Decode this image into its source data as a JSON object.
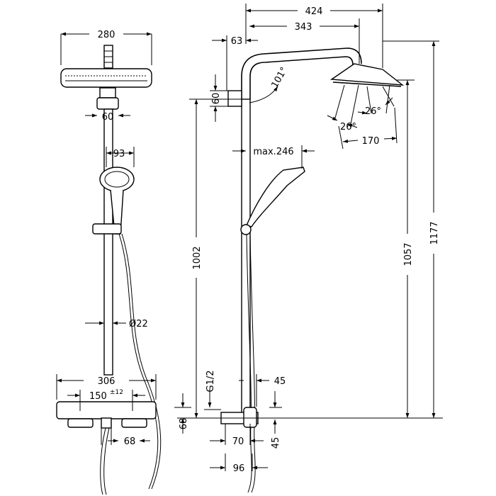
{
  "dimensions": {
    "overhead_width": "280",
    "wall_bracket": "60",
    "hand_shower_width": "93",
    "rail_diameter": "Ø22",
    "thermostat_width": "306",
    "inlet_spacing": "150",
    "inlet_tolerance": "±12",
    "thermostat_handle": "68",
    "total_reach": "424",
    "arm_reach": "343",
    "bracket_offset": "63",
    "bracket_height": "60",
    "arm_angle": "101°",
    "spray_angle_a": "26°",
    "spray_angle_b": "26°",
    "head_diameter": "170",
    "hand_reach": "max.246",
    "rail_height": "1002",
    "head_height": "1057",
    "total_height": "1177",
    "inlet_thread": "G1/2",
    "outlet_offset": "45",
    "mixer_height": "68",
    "projection_70": "70",
    "projection_45": "45",
    "projection_96": "96"
  }
}
